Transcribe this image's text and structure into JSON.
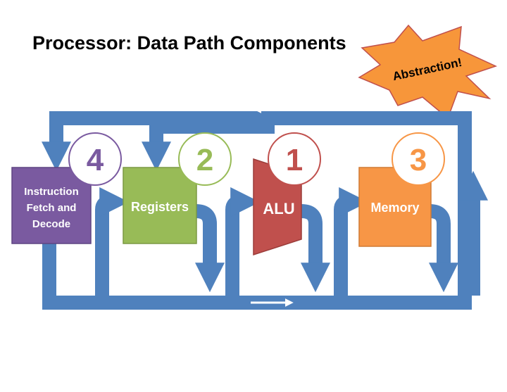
{
  "title": "Processor: Data Path Components",
  "burst": {
    "label": "Abstraction!",
    "color": "#f7963a"
  },
  "components": {
    "fetch": {
      "label_lines": [
        "Instruction",
        "Fetch and",
        "Decode"
      ],
      "number": "4",
      "color": "#7a5aa0"
    },
    "registers": {
      "label": "Registers",
      "number": "2",
      "color": "#98bb57"
    },
    "alu": {
      "label": "ALU",
      "number": "1",
      "color": "#c0504d"
    },
    "memory": {
      "label": "Memory",
      "number": "3",
      "color": "#f79646"
    }
  },
  "colors": {
    "path": "#4f81bd",
    "arrow_white": "#ffffff"
  }
}
